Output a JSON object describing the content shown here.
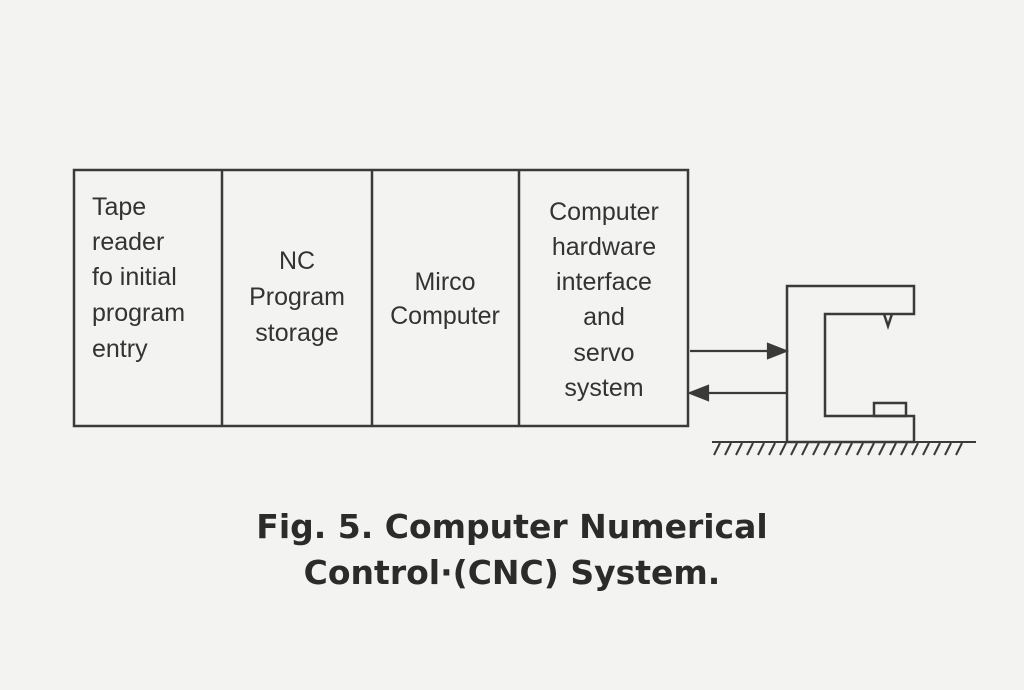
{
  "blocks": [
    {
      "lines": [
        "Tape",
        "reader",
        "fo initial",
        "program",
        "entry"
      ]
    },
    {
      "lines": [
        "NC",
        "Program",
        "storage"
      ]
    },
    {
      "lines": [
        "Mirco",
        "Computer"
      ]
    },
    {
      "lines": [
        "Computer",
        "hardware",
        "interface",
        "and",
        "servo",
        "system"
      ]
    }
  ],
  "caption": {
    "line1": "Fig. 5. Computer Numerical",
    "line2": "Control·(CNC) System."
  },
  "colors": {
    "ink": "#333333",
    "background": "#f3f3f1"
  }
}
